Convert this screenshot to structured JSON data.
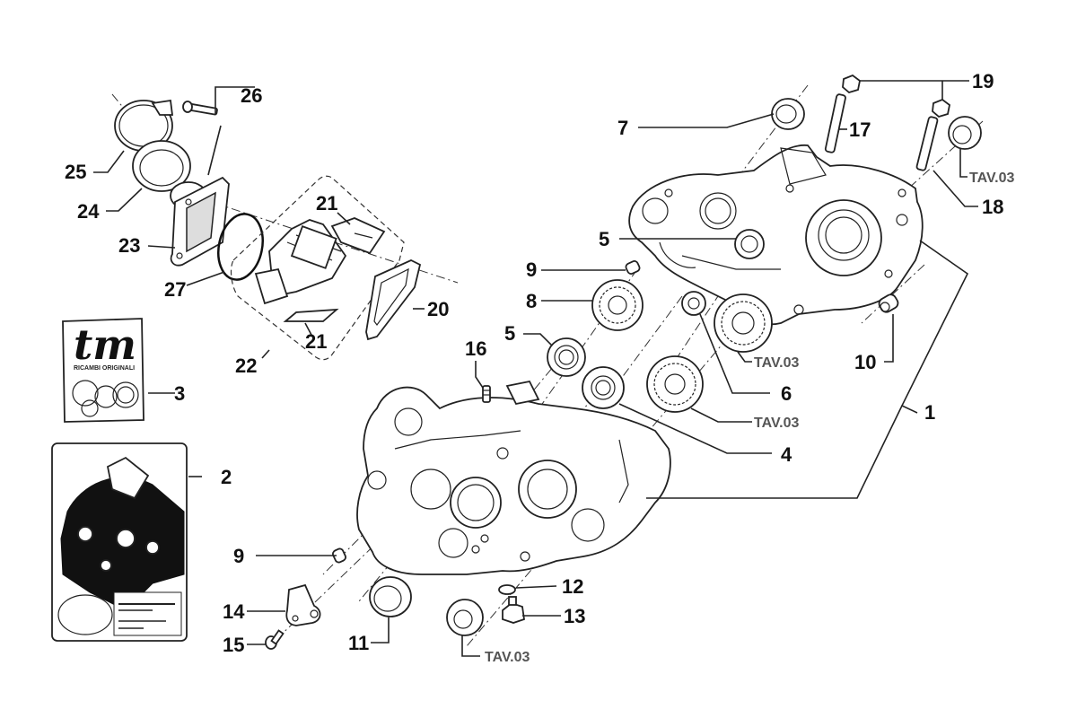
{
  "diagram": {
    "title": "Crankcase exploded parts diagram",
    "package_brand": "tm",
    "package_subtitle": "RICAMBI ORIGINALI",
    "callouts": [
      {
        "id": "c1",
        "label": "1",
        "part": "crankcase-assembly"
      },
      {
        "id": "c2",
        "label": "2",
        "part": "gasket-kit"
      },
      {
        "id": "c3",
        "label": "3",
        "part": "oil-seal-kit"
      },
      {
        "id": "c4",
        "label": "4",
        "part": "oil-seal"
      },
      {
        "id": "c5a",
        "label": "5",
        "part": "bearing-upper"
      },
      {
        "id": "c5b",
        "label": "5",
        "part": "bearing-lower"
      },
      {
        "id": "c6",
        "label": "6",
        "part": "oil-seal-small"
      },
      {
        "id": "c7",
        "label": "7",
        "part": "oil-seal-top"
      },
      {
        "id": "c8",
        "label": "8",
        "part": "ball-bearing"
      },
      {
        "id": "c9a",
        "label": "9",
        "part": "dowel-pin-upper"
      },
      {
        "id": "c9b",
        "label": "9",
        "part": "dowel-pin-lower"
      },
      {
        "id": "c10",
        "label": "10",
        "part": "dowel-bushing"
      },
      {
        "id": "c11",
        "label": "11",
        "part": "oil-seal-lower"
      },
      {
        "id": "c12",
        "label": "12",
        "part": "washer"
      },
      {
        "id": "c13",
        "label": "13",
        "part": "drain-plug"
      },
      {
        "id": "c14",
        "label": "14",
        "part": "plate"
      },
      {
        "id": "c15",
        "label": "15",
        "part": "screw"
      },
      {
        "id": "c16",
        "label": "16",
        "part": "breather-fitting"
      },
      {
        "id": "c17",
        "label": "17",
        "part": "stud"
      },
      {
        "id": "c18",
        "label": "18",
        "part": "stud-right"
      },
      {
        "id": "c19",
        "label": "19",
        "part": "nuts"
      },
      {
        "id": "c20",
        "label": "20",
        "part": "reed-gasket"
      },
      {
        "id": "c21a",
        "label": "21",
        "part": "reed-petal-upper"
      },
      {
        "id": "c21b",
        "label": "21",
        "part": "reed-petal-lower"
      },
      {
        "id": "c22",
        "label": "22",
        "part": "reed-valve-assembly"
      },
      {
        "id": "c23",
        "label": "23",
        "part": "intake-manifold"
      },
      {
        "id": "c24",
        "label": "24",
        "part": "intake-ring"
      },
      {
        "id": "c25",
        "label": "25",
        "part": "hose-clamp"
      },
      {
        "id": "c26",
        "label": "26",
        "part": "bolt"
      },
      {
        "id": "c27",
        "label": "27",
        "part": "o-ring"
      }
    ],
    "references": [
      {
        "id": "t1",
        "label": "TAV.03"
      },
      {
        "id": "t2",
        "label": "TAV.03"
      },
      {
        "id": "t3",
        "label": "TAV.03"
      },
      {
        "id": "t4",
        "label": "TAV.03"
      }
    ]
  }
}
